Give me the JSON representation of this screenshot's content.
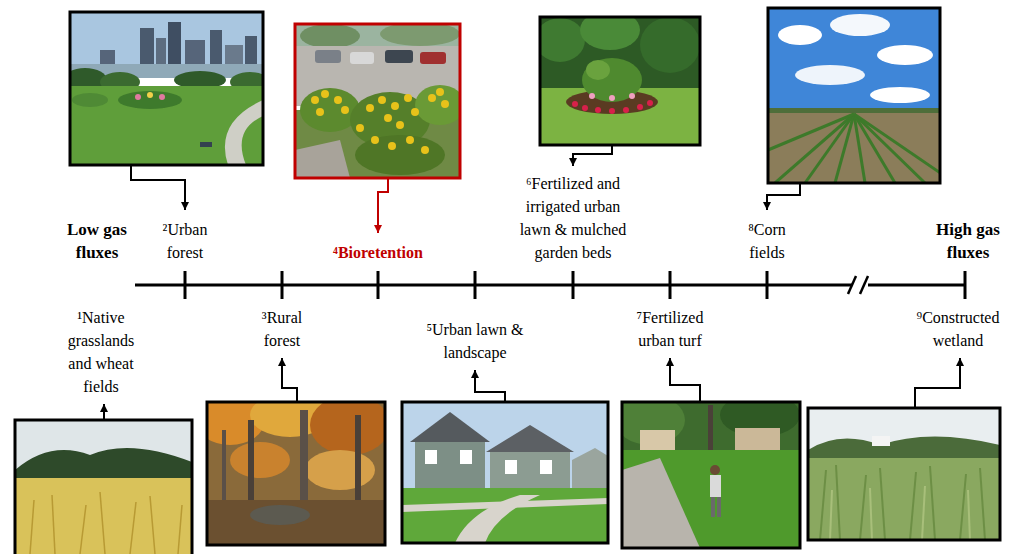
{
  "diagram": {
    "labels": [
      "Low gas fluxes",
      "High gas fluxes",
      "¹Native grasslands and wheat fields",
      "²Urban forest",
      "³Rural forest",
      "⁴Bioretention",
      "⁵Urban lawn & landscape",
      "⁶Fertilized and irrigated urban lawn & mulched garden beds",
      "⁷Fertilized urban turf",
      "⁸Corn fields",
      "⁹Constructed wetland"
    ]
  }
}
